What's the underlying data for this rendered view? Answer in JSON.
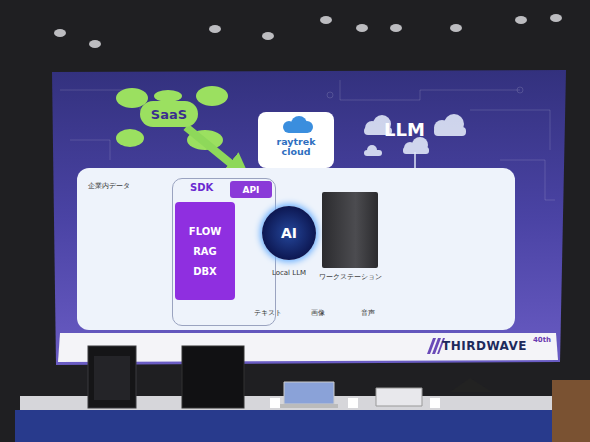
{
  "diagram": {
    "nodes": [
      {
        "text": [
          "SaaS"
        ]
      },
      {
        "text": [
          "raytrek cloud"
        ]
      },
      {
        "text": [
          "企業内データ"
        ]
      },
      {
        "text": [
          "SDK"
        ],
        "in": 2
      },
      {
        "text": [
          "API"
        ],
        "in": 3
      },
      {
        "text": [
          "FLOW",
          "RAG",
          "DBX"
        ],
        "in": 3
      },
      {
        "text": [
          "AI",
          "Local LLM"
        ],
        "in": 2
      },
      {
        "text": [
          "ワークステーション"
        ],
        "in": 2
      }
    ],
    "edges": [
      {
        "from": 0,
        "to": 4,
        "arrow": "to"
      }
    ],
    "labels": [
      "LLM",
      "テキスト",
      "画像",
      "音声",
      "THIRDWAVE",
      "40th"
    ]
  }
}
